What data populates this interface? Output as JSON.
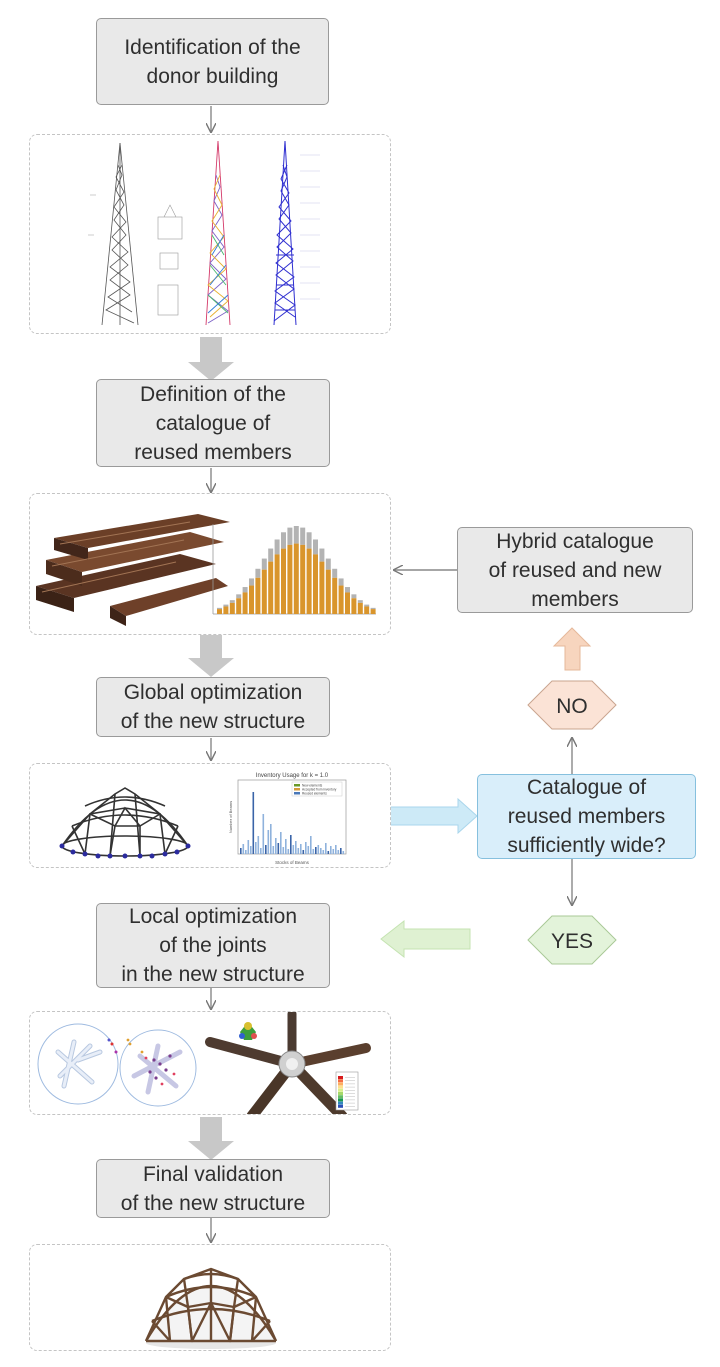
{
  "boxes": {
    "donor": "Identification of the\ndonor building",
    "catalogue": "Definition of the\ncatalogue of\nreused members",
    "global_opt": "Global optimization\nof the new structure",
    "local_opt": "Local optimization\nof the joints\nin the new structure",
    "final": "Final validation\nof the new structure",
    "hybrid": "Hybrid catalogue\nof reused and new\nmembers",
    "question": "Catalogue of\nreused members\nsufficiently wide?"
  },
  "decisions": {
    "no": "NO",
    "yes": "YES"
  },
  "inventory_chart": {
    "title": "Inventory Usage for k = 1.0",
    "xlabel": "Stocks of Beams",
    "ylabel": "Number of Beams",
    "legend": [
      "New elements",
      "Accepted from inventory",
      "Reused elements"
    ]
  },
  "colors": {
    "box_fill": "#e9e9e9",
    "question_fill": "#d9eefa",
    "no_fill": "#fbe3d6",
    "yes_fill": "#e3f3da",
    "arrow_grey": "#c8c8c8",
    "arrow_blue": "#cdeaf7",
    "arrow_green": "#dff1d2",
    "arrow_orange": "#f7d5be",
    "steel_rust": "#6b3f27",
    "histogram_orange": "#d9952c",
    "histogram_grey": "#b3b3b3"
  }
}
